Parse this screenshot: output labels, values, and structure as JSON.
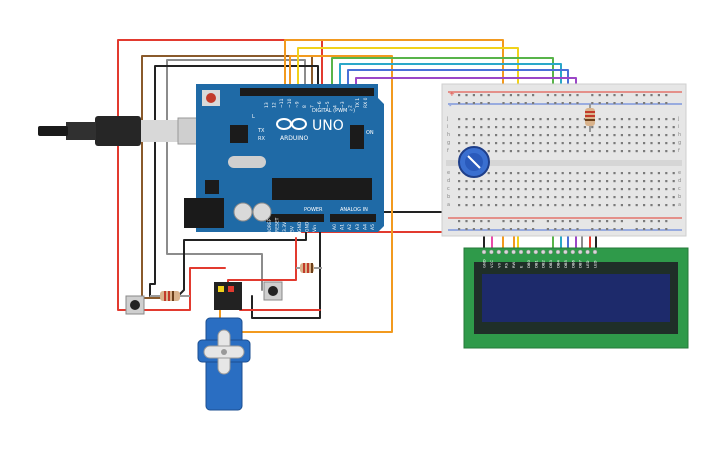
{
  "arduino": {
    "brand": "ARDUINO",
    "model": "UNO",
    "digital_header": "DIGITAL (PWM ~)",
    "power_header": "POWER",
    "analog_header": "ANALOG IN",
    "led_l": "L",
    "led_tx": "TX",
    "led_rx": "RX",
    "led_on": "ON",
    "aref": "AREF",
    "gnd": "GND",
    "digital_pins": [
      "13",
      "12",
      "~11",
      "~10",
      "~9",
      "8",
      "7",
      "~6",
      "~5",
      "4",
      "~3",
      "2",
      "TX 1",
      "RX 0"
    ],
    "power_pins": [
      "IOREF",
      "RESET",
      "3.3V",
      "5V",
      "GND",
      "GND",
      "Vin"
    ],
    "analog_pins": [
      "A0",
      "A1",
      "A2",
      "A3",
      "A4",
      "A5"
    ]
  },
  "breadboard": {
    "row_letters": [
      "a",
      "b",
      "c",
      "d",
      "e",
      "f",
      "g",
      "h",
      "i",
      "j"
    ],
    "rail_plus": "+",
    "rail_minus": "-"
  },
  "lcd": {
    "pin_labels": [
      "GND",
      "VCC",
      "V0",
      "RS",
      "RW",
      "E",
      "DB0",
      "DB1",
      "DB2",
      "DB3",
      "DB4",
      "DB5",
      "DB6",
      "DB7",
      "LED",
      "LED"
    ]
  },
  "colors": {
    "board": "#1f6aa6",
    "lcd_pcb": "#2f9a4a",
    "lcd_screen": "#1d2a6b",
    "servo": "#2a6ec2",
    "wires": [
      "#e23a2f",
      "#f29a1f",
      "#f0d21b",
      "#58b44a",
      "#2aa7c9",
      "#4a70d8",
      "#9b47c7",
      "#8a5a2b",
      "#8c8c8c",
      "#222222",
      "#e94aa8"
    ]
  }
}
